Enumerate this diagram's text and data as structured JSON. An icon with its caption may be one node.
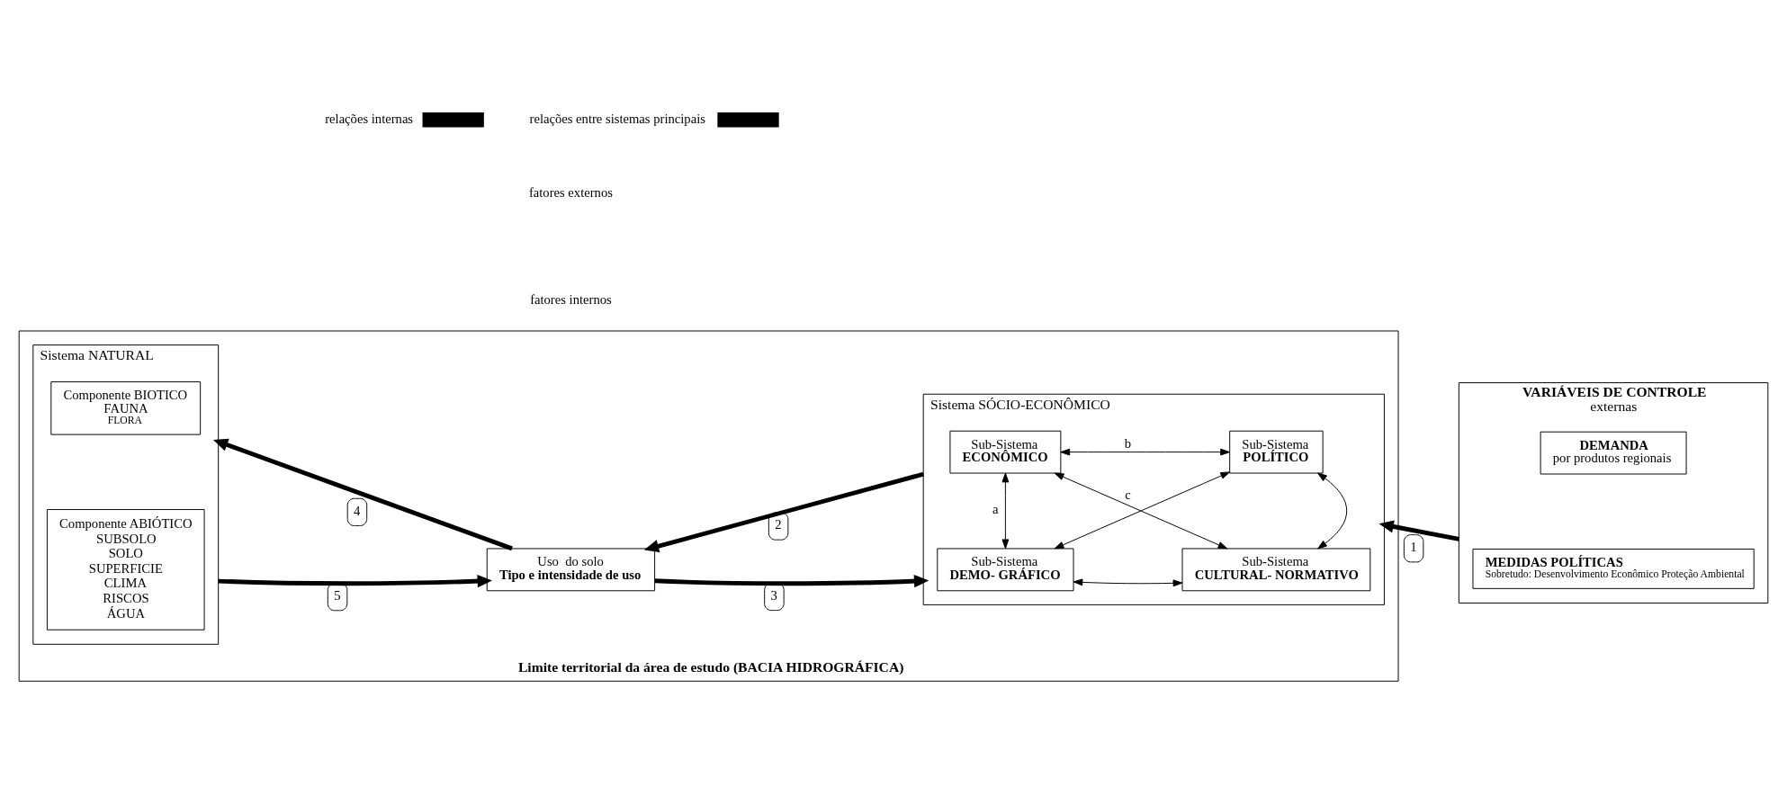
{
  "diagram": {
    "nodes": [
      {
        "text": [
          "Limite territorial da área de estudo (BACIA HIDROGRÁFICA)"
        ]
      },
      {
        "text": [
          "Sistema NATURAL"
        ],
        "in": 0
      },
      {
        "text": [
          "Componente BIOTICO",
          "FAUNA",
          "FLORA"
        ],
        "in": 1
      },
      {
        "text": [
          "Componente ABIÓTICO",
          "SUBSOLO",
          "SOLO",
          "SUPERFICIE",
          "CLIMA",
          "RISCOS",
          "ÁGUA"
        ],
        "in": 1
      },
      {
        "text": [
          "Uso  do solo",
          "Tipo e intensidade de uso"
        ],
        "in": 0
      },
      {
        "text": [
          "Sistema SÓCIO-ECONÔMICO"
        ],
        "in": 0
      },
      {
        "text": [
          "Sub-Sistema",
          "ECONÔMICO"
        ],
        "in": 5
      },
      {
        "text": [
          "Sub-Sistema",
          "POLÍTICO"
        ],
        "in": 5
      },
      {
        "text": [
          "Sub-Sistema",
          "DEMO- GRÁFICO"
        ],
        "in": 5
      },
      {
        "text": [
          "Sub-Sistema",
          "CULTURAL- NORMATIVO"
        ],
        "in": 5
      },
      {
        "text": [
          "VARIÁVEIS DE CONTROLE",
          "externas"
        ]
      },
      {
        "text": [
          "DEMANDA",
          "por produtos regionais"
        ],
        "in": 10
      },
      {
        "text": [
          "MEDIDAS POLÍTICAS",
          "Sobretudo: Desenvolvimento Econômico Proteção Ambiental"
        ],
        "in": 10
      }
    ],
    "edges": [
      {
        "from": 10,
        "to": 5,
        "arrow": "to",
        "label": "1",
        "style": "thick"
      },
      {
        "from": 5,
        "to": 4,
        "arrow": "to",
        "label": "2",
        "style": "thick"
      },
      {
        "from": 4,
        "to": 5,
        "arrow": "to",
        "label": "3",
        "style": "thick"
      },
      {
        "from": 4,
        "to": 1,
        "arrow": "to",
        "label": "4",
        "style": "thick"
      },
      {
        "from": 1,
        "to": 4,
        "arrow": "to",
        "label": "5",
        "style": "thick"
      },
      {
        "from": 6,
        "to": 7,
        "arrow": "both",
        "label": "b"
      },
      {
        "from": 6,
        "to": 8,
        "arrow": "both",
        "label": "a"
      },
      {
        "from": 6,
        "to": 9,
        "arrow": "both",
        "label": "c"
      },
      {
        "from": 7,
        "to": 8,
        "arrow": "both"
      },
      {
        "from": 7,
        "to": 9,
        "arrow": "both"
      },
      {
        "from": 8,
        "to": 9,
        "arrow": "both"
      }
    ],
    "labels": [
      "fatores externos",
      "fatores internos"
    ],
    "legend": [
      {
        "text": "relações internas"
      },
      {
        "text": "relações entre sistemas principais"
      }
    ]
  }
}
